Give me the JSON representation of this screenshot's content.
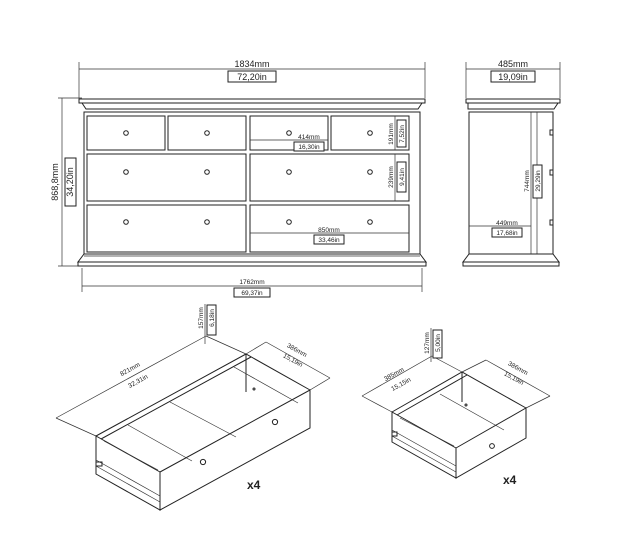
{
  "front_view": {
    "width_mm": "1834mm",
    "width_in": "72,20in",
    "height_mm": "868,8mm",
    "height_in": "34,20in",
    "base_width_mm": "1762mm",
    "base_width_in": "69,37in",
    "small_drawer_width_mm": "414mm",
    "small_drawer_width_in": "16,30in",
    "small_drawer_height_mm": "191mm",
    "small_drawer_height_in": "7,52in",
    "mid_drawer_height_mm": "239mm",
    "mid_drawer_height_in": "9,41in",
    "large_drawer_width_mm": "850mm",
    "large_drawer_width_in": "33,46in"
  },
  "side_view": {
    "depth_mm": "485mm",
    "depth_in": "19,09in",
    "inner_depth_mm": "449mm",
    "inner_depth_in": "17,68in",
    "body_height_mm": "744mm",
    "body_height_in": "29,29in"
  },
  "large_drawer": {
    "width_mm": "821mm",
    "width_in": "32,31in",
    "depth_mm": "386mm",
    "depth_in": "15,19in",
    "height_mm": "157mm",
    "height_in": "6,18in",
    "quantity": "x4"
  },
  "small_drawer": {
    "width_mm": "385mm",
    "width_in": "15,15in",
    "depth_mm": "386mm",
    "depth_in": "15,19in",
    "height_mm": "127mm",
    "height_in": "5,00in",
    "quantity": "x4"
  }
}
